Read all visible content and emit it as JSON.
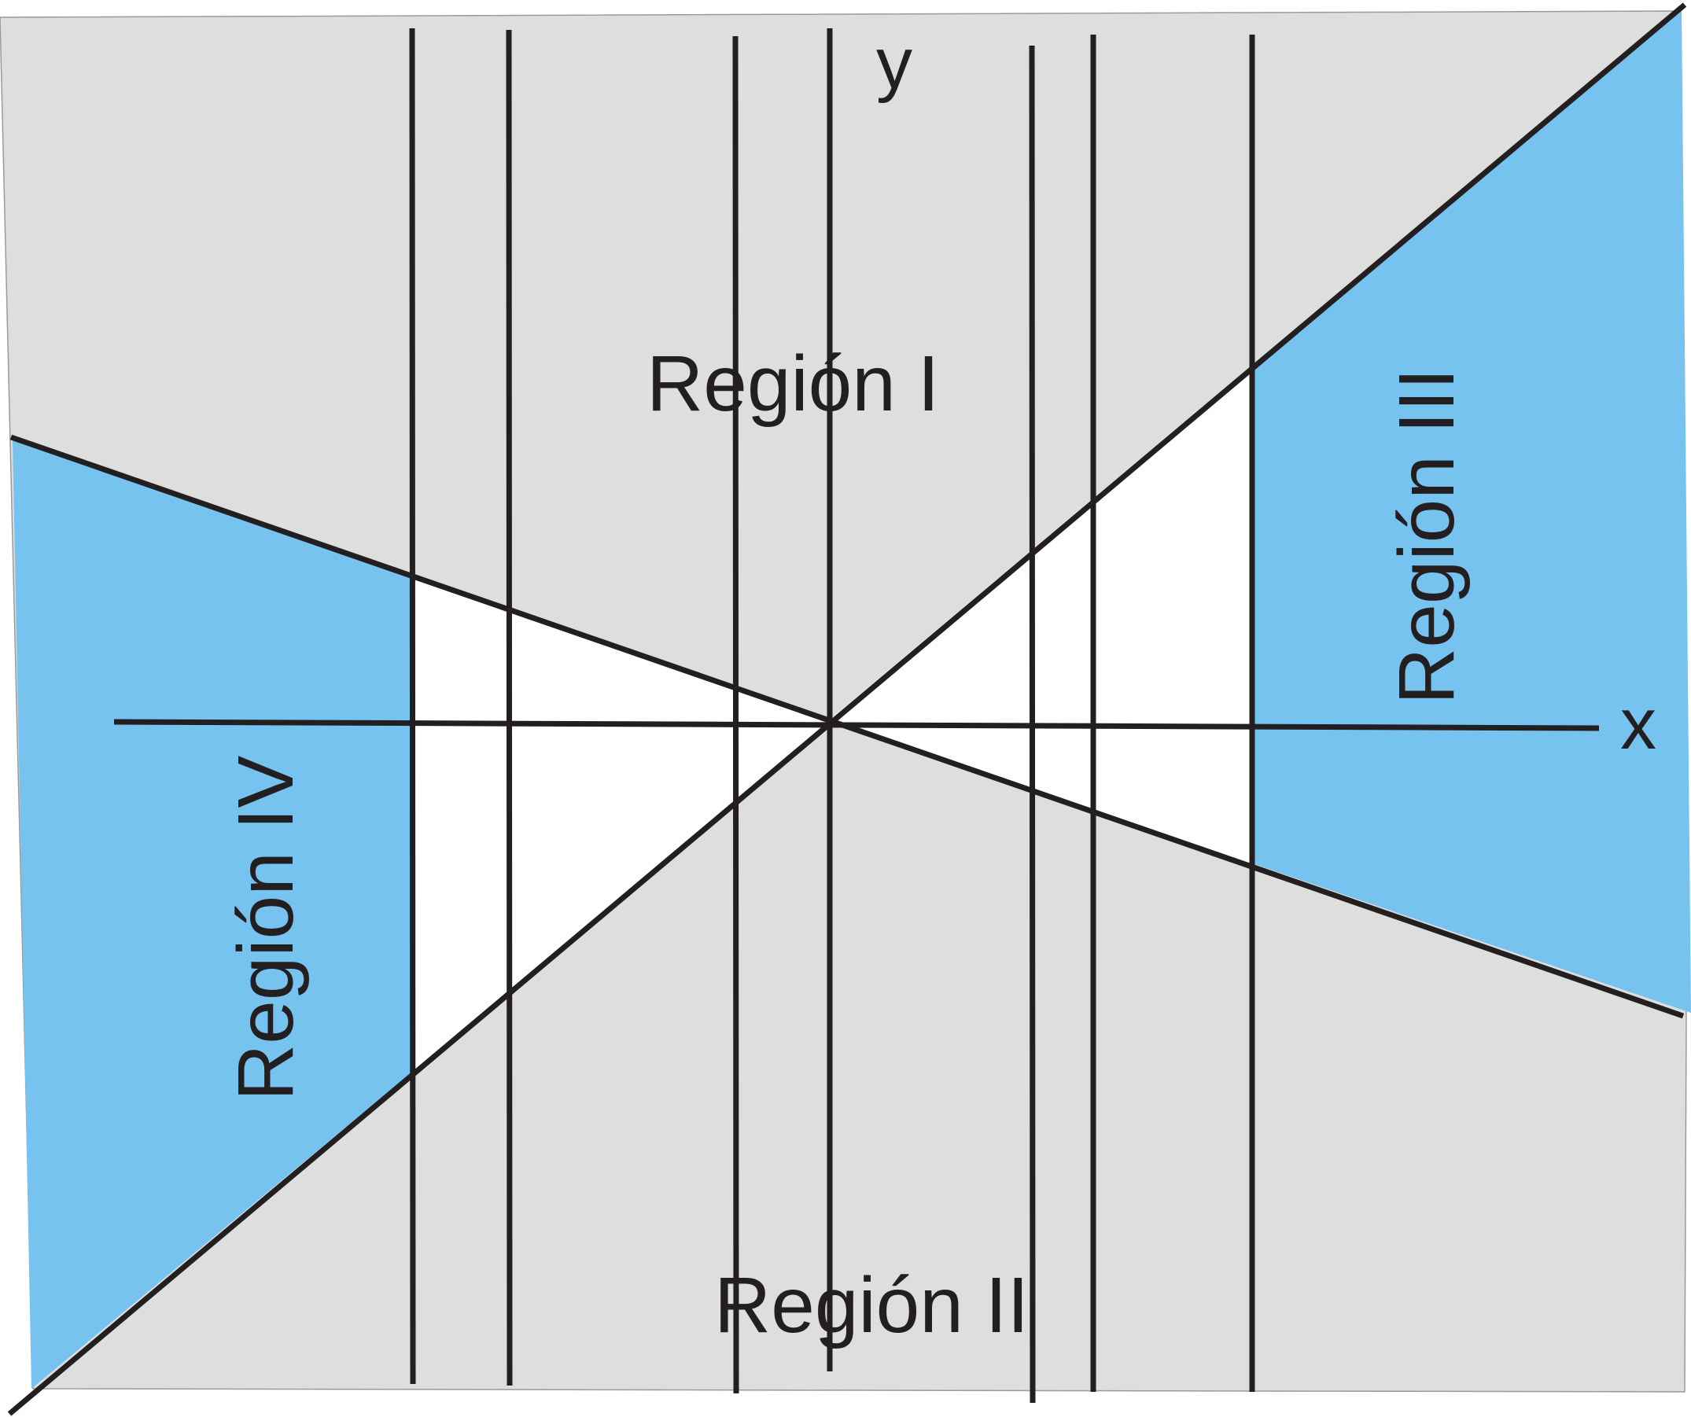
{
  "colors": {
    "region_gray": "#dededd",
    "region_blue": "#77c3ef",
    "region_white": "#ffffff",
    "lines": "#231f20",
    "text": "#231f20"
  },
  "axes": {
    "x_label": "x",
    "y_label": "y"
  },
  "regions": {
    "region_1": "Región I",
    "region_2": "Región II",
    "region_3": "Región III",
    "region_4": "Región IV"
  }
}
